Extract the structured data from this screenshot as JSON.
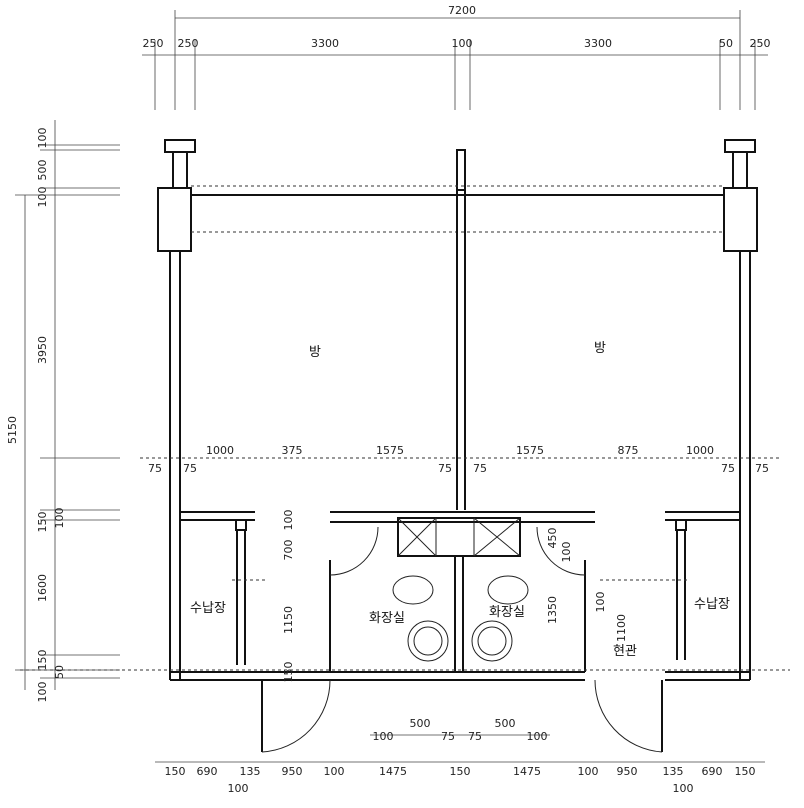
{
  "dimensions": {
    "top_total": "7200",
    "top_row": [
      "250",
      "250",
      "3300",
      "100",
      "3300",
      "50",
      "250"
    ],
    "mid_row": [
      "1000",
      "375",
      "1575",
      "1575",
      "875",
      "1000"
    ],
    "mid_side": [
      "75",
      "75",
      "75",
      "75",
      "75",
      "75"
    ],
    "left_top": [
      "100",
      "500",
      "100"
    ],
    "left_main": "3950",
    "left_total": "5150",
    "left_bottom": [
      "150",
      "100",
      "1600",
      "150",
      "100",
      "50"
    ],
    "inner": [
      "100",
      "700",
      "1150",
      "150",
      "450",
      "100",
      "1350",
      "100",
      "1100"
    ],
    "bottom_inner": [
      "100",
      "500",
      "75",
      "75",
      "500",
      "100"
    ],
    "bottom_row": [
      "150",
      "690",
      "135",
      "950",
      "100",
      "1475",
      "150",
      "1475",
      "100",
      "950",
      "135",
      "690",
      "150"
    ],
    "bottom_extra": [
      "100",
      "100"
    ]
  },
  "labels": {
    "room_left": "방",
    "room_right": "방",
    "bath_left": "화장실",
    "bath_right": "화장실",
    "storage_left": "수납장",
    "storage_right": "수납장",
    "entrance": "현관"
  }
}
